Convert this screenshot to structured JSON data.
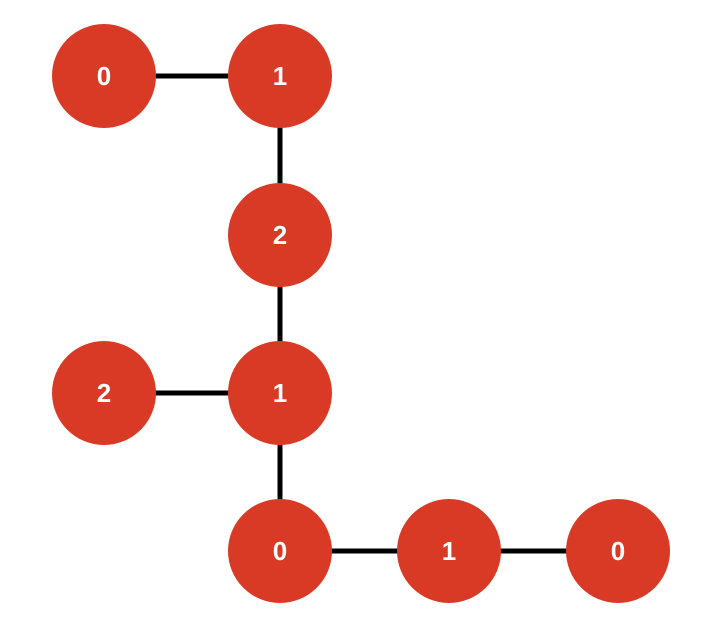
{
  "colors": {
    "node_fill": "#D93A26",
    "edge_stroke": "#000000",
    "label_text": "#FFFFFF",
    "background": "#FFFFFF"
  },
  "nodes": [
    {
      "id": "a",
      "label": "0"
    },
    {
      "id": "b",
      "label": "1"
    },
    {
      "id": "c",
      "label": "2"
    },
    {
      "id": "d",
      "label": "2"
    },
    {
      "id": "e",
      "label": "1"
    },
    {
      "id": "f",
      "label": "0"
    },
    {
      "id": "g",
      "label": "1"
    },
    {
      "id": "h",
      "label": "0"
    }
  ],
  "edges": [
    {
      "from": "a",
      "to": "b"
    },
    {
      "from": "b",
      "to": "c"
    },
    {
      "from": "c",
      "to": "e"
    },
    {
      "from": "d",
      "to": "e"
    },
    {
      "from": "e",
      "to": "f"
    },
    {
      "from": "f",
      "to": "g"
    },
    {
      "from": "g",
      "to": "h"
    }
  ]
}
